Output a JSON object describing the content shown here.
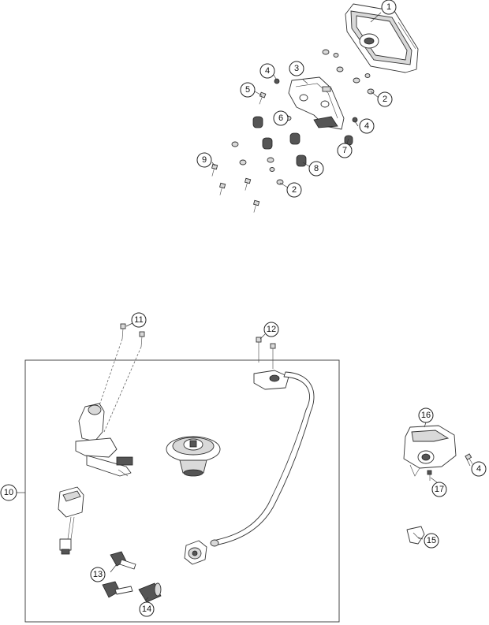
{
  "callouts": [
    {
      "label": "1"
    },
    {
      "label": "2"
    },
    {
      "label": "2"
    },
    {
      "label": "2"
    },
    {
      "label": "3"
    },
    {
      "label": "4"
    },
    {
      "label": "4"
    },
    {
      "label": "4"
    },
    {
      "label": "5"
    },
    {
      "label": "6"
    },
    {
      "label": "7"
    },
    {
      "label": "8"
    },
    {
      "label": "9"
    },
    {
      "label": "10"
    },
    {
      "label": "11"
    },
    {
      "label": "12"
    },
    {
      "label": "13"
    },
    {
      "label": "14"
    },
    {
      "label": "15"
    },
    {
      "label": "16"
    },
    {
      "label": "17"
    }
  ]
}
